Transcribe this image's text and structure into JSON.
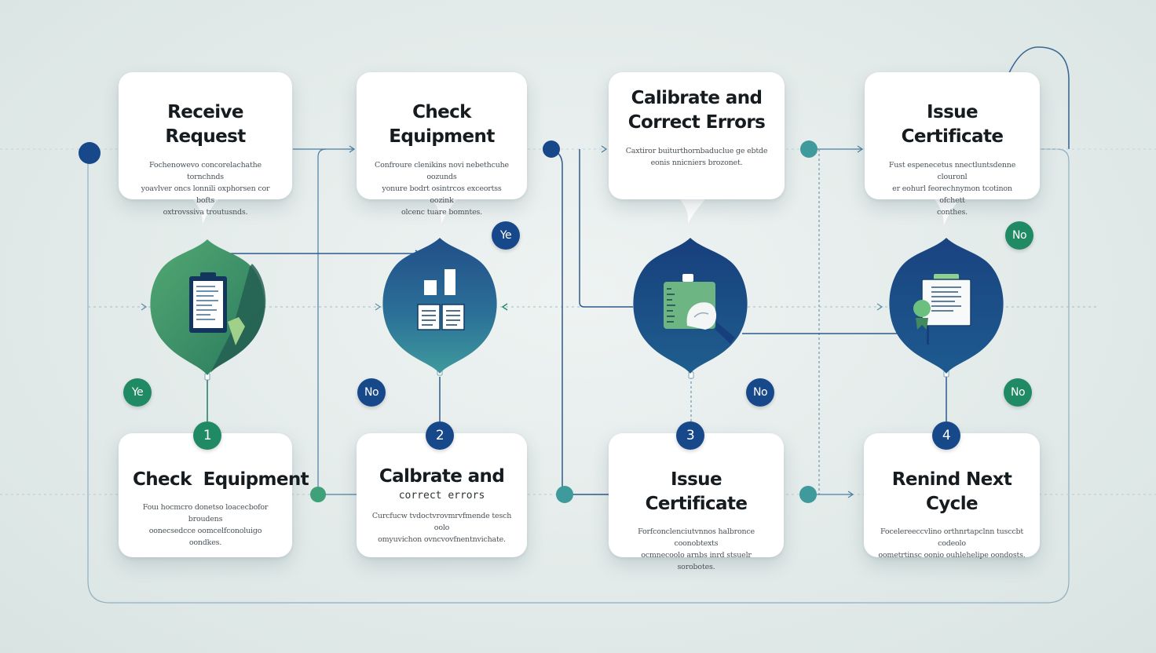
{
  "colors": {
    "green": "#1f8a64",
    "blue": "#17498a",
    "teal": "#3f9a9c",
    "line": "#2f5f8c",
    "card": "#ffffff"
  },
  "steps": [
    {
      "title_lines": [
        "Receive Request"
      ],
      "description": [
        "Fochenowevo concorelachathe tornchnds",
        "yoavlver oncs lonnili oxphorsen cor bofts",
        "oxtrovssiva troutusnds."
      ],
      "icon": "clipboard-icon",
      "style": "green"
    },
    {
      "title_lines": [
        "Check Equipment"
      ],
      "description": [
        "Confroure clenikins novi nebethcuhe oozunds",
        "yonure bodrt osintrcos exceortss oozink",
        "olcenc tuare bomntes."
      ],
      "icon": "chart-documents-icon",
      "style": "teal"
    },
    {
      "title_lines": [
        "Calibrate and",
        "Correct Errors"
      ],
      "description": [
        "Caxtiror buiturthornbaduclue ge ebtde",
        "eonis nnicniers brozonet."
      ],
      "icon": "calibration-device-icon",
      "style": "blue"
    },
    {
      "title_lines": [
        "Issue Certificate"
      ],
      "description": [
        "Fust espenecetus nnectluntsdenne clouronl",
        "er eohurl feorechnymon tcotinon ofchett",
        "conthes."
      ],
      "icon": "certificate-icon",
      "style": "blue"
    }
  ],
  "bottom_cards": [
    {
      "number": "1",
      "title": "Check  Equipment",
      "subtitle": "",
      "description": [
        "Fouı hocmcro donetso loacecbofor broudens",
        "oonecsedcce oomcelfconoluigo oondkes."
      ]
    },
    {
      "number": "2",
      "title": "Calbrate and",
      "subtitle": "correct errors",
      "description": [
        "Curcfucw tvdoctvrovmrvfmende tesch oolo",
        "omyuvichon ovncvovfnentnvichate."
      ]
    },
    {
      "number": "3",
      "title": "Issue Certificate",
      "subtitle": "",
      "description": [
        "Forfconclenciutvnnos halbronce coonobtexts",
        "ocmnecoolo arnbs inrd stsuelr sorobotes."
      ]
    },
    {
      "number": "4",
      "title": "Renind Next Cycle",
      "subtitle": "",
      "description": [
        "Focelereeccvlino orthnrtapclnn tusccbt codeolo",
        "oometrtinsc oonio ouhlehelipe oondosts."
      ]
    }
  ],
  "decisions": [
    {
      "label": "Ye",
      "color": "blue"
    },
    {
      "label": "No",
      "color": "green"
    },
    {
      "label": "Ye",
      "color": "green"
    },
    {
      "label": "No",
      "color": "blue"
    },
    {
      "label": "No",
      "color": "blue"
    },
    {
      "label": "No",
      "color": "green"
    }
  ]
}
